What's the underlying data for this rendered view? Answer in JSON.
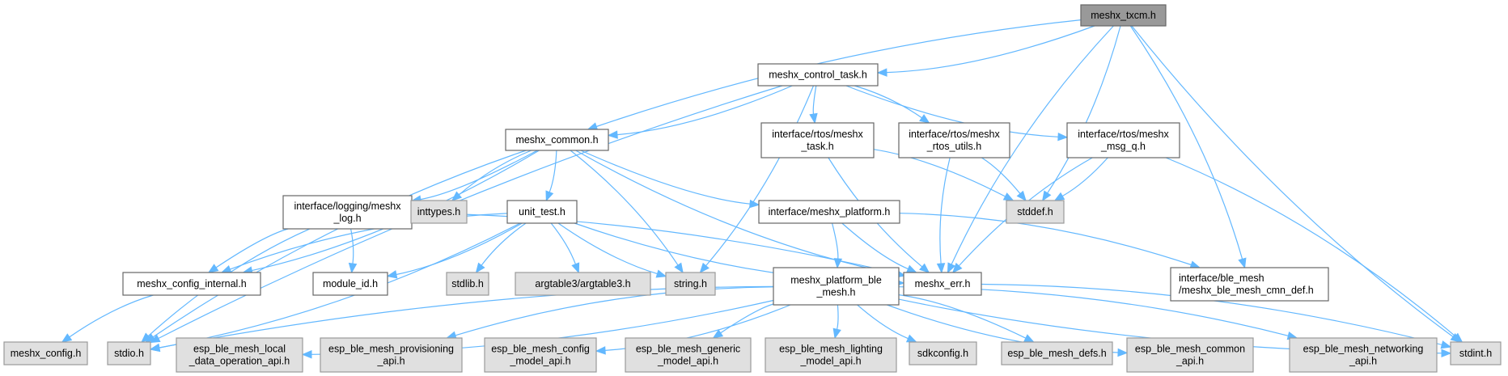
{
  "graph": {
    "title": "meshx_txcm.h include dependency graph",
    "colors": {
      "root_fill": "#999999",
      "root_stroke": "#666666",
      "local_fill": "#ffffff",
      "local_stroke": "#666666",
      "system_fill": "#e0e0e0",
      "system_stroke": "#999999",
      "edge": "#63b8ff"
    },
    "nodes": [
      {
        "id": "txcm",
        "lines": [
          "meshx_txcm.h"
        ],
        "kind": "root"
      },
      {
        "id": "control_task",
        "lines": [
          "meshx_control_task.h"
        ],
        "kind": "local"
      },
      {
        "id": "common",
        "lines": [
          "meshx_common.h"
        ],
        "kind": "local"
      },
      {
        "id": "rtos_task",
        "lines": [
          "interface/rtos/meshx",
          "_task.h"
        ],
        "kind": "local"
      },
      {
        "id": "rtos_utils",
        "lines": [
          "interface/rtos/meshx",
          "_rtos_utils.h"
        ],
        "kind": "local"
      },
      {
        "id": "msg_q",
        "lines": [
          "interface/rtos/meshx",
          "_msg_q.h"
        ],
        "kind": "local"
      },
      {
        "id": "log",
        "lines": [
          "interface/logging/meshx",
          "_log.h"
        ],
        "kind": "local"
      },
      {
        "id": "inttypes",
        "lines": [
          "inttypes.h"
        ],
        "kind": "system"
      },
      {
        "id": "unit_test",
        "lines": [
          "unit_test.h"
        ],
        "kind": "local"
      },
      {
        "id": "platform",
        "lines": [
          "interface/meshx_platform.h"
        ],
        "kind": "local"
      },
      {
        "id": "stddef",
        "lines": [
          "stddef.h"
        ],
        "kind": "system"
      },
      {
        "id": "config_internal",
        "lines": [
          "meshx_config_internal.h"
        ],
        "kind": "local"
      },
      {
        "id": "module_id",
        "lines": [
          "module_id.h"
        ],
        "kind": "local"
      },
      {
        "id": "stdlib",
        "lines": [
          "stdlib.h"
        ],
        "kind": "system"
      },
      {
        "id": "argtable3",
        "lines": [
          "argtable3/argtable3.h"
        ],
        "kind": "system"
      },
      {
        "id": "string",
        "lines": [
          "string.h"
        ],
        "kind": "system"
      },
      {
        "id": "platform_ble",
        "lines": [
          "meshx_platform_ble",
          "_mesh.h"
        ],
        "kind": "local"
      },
      {
        "id": "err",
        "lines": [
          "meshx_err.h"
        ],
        "kind": "local"
      },
      {
        "id": "cmn_def",
        "lines": [
          "interface/ble_mesh",
          "/meshx_ble_mesh_cmn_def.h"
        ],
        "kind": "local"
      },
      {
        "id": "config",
        "lines": [
          "meshx_config.h"
        ],
        "kind": "system"
      },
      {
        "id": "stdio",
        "lines": [
          "stdio.h"
        ],
        "kind": "system"
      },
      {
        "id": "local_data",
        "lines": [
          "esp_ble_mesh_local",
          "_data_operation_api.h"
        ],
        "kind": "system"
      },
      {
        "id": "provisioning",
        "lines": [
          "esp_ble_mesh_provisioning",
          "_api.h"
        ],
        "kind": "system"
      },
      {
        "id": "config_model",
        "lines": [
          "esp_ble_mesh_config",
          "_model_api.h"
        ],
        "kind": "system"
      },
      {
        "id": "generic_model",
        "lines": [
          "esp_ble_mesh_generic",
          "_model_api.h"
        ],
        "kind": "system"
      },
      {
        "id": "lighting_model",
        "lines": [
          "esp_ble_mesh_lighting",
          "_model_api.h"
        ],
        "kind": "system"
      },
      {
        "id": "sdkconfig",
        "lines": [
          "sdkconfig.h"
        ],
        "kind": "system"
      },
      {
        "id": "defs",
        "lines": [
          "esp_ble_mesh_defs.h"
        ],
        "kind": "system"
      },
      {
        "id": "common_api",
        "lines": [
          "esp_ble_mesh_common",
          "_api.h"
        ],
        "kind": "system"
      },
      {
        "id": "networking",
        "lines": [
          "esp_ble_mesh_networking",
          "_api.h"
        ],
        "kind": "system"
      },
      {
        "id": "stdint",
        "lines": [
          "stdint.h"
        ],
        "kind": "system"
      }
    ],
    "edges": [
      [
        "txcm",
        "control_task"
      ],
      [
        "txcm",
        "common"
      ],
      [
        "txcm",
        "stddef"
      ],
      [
        "txcm",
        "err"
      ],
      [
        "txcm",
        "cmn_def"
      ],
      [
        "txcm",
        "stdint"
      ],
      [
        "control_task",
        "common"
      ],
      [
        "control_task",
        "rtos_task"
      ],
      [
        "control_task",
        "rtos_utils"
      ],
      [
        "control_task",
        "msg_q"
      ],
      [
        "control_task",
        "string"
      ],
      [
        "control_task",
        "stdio"
      ],
      [
        "common",
        "log"
      ],
      [
        "common",
        "inttypes"
      ],
      [
        "common",
        "unit_test"
      ],
      [
        "common",
        "platform"
      ],
      [
        "common",
        "config_internal"
      ],
      [
        "common",
        "stdio"
      ],
      [
        "common",
        "string"
      ],
      [
        "common",
        "err"
      ],
      [
        "rtos_task",
        "stddef"
      ],
      [
        "rtos_task",
        "err"
      ],
      [
        "rtos_utils",
        "stddef"
      ],
      [
        "rtos_utils",
        "err"
      ],
      [
        "msg_q",
        "stddef"
      ],
      [
        "msg_q",
        "err"
      ],
      [
        "msg_q",
        "stdint"
      ],
      [
        "log",
        "config_internal"
      ],
      [
        "log",
        "module_id"
      ],
      [
        "log",
        "stdio"
      ],
      [
        "log",
        "err"
      ],
      [
        "unit_test",
        "config_internal"
      ],
      [
        "unit_test",
        "module_id"
      ],
      [
        "unit_test",
        "stdlib"
      ],
      [
        "unit_test",
        "argtable3"
      ],
      [
        "unit_test",
        "string"
      ],
      [
        "unit_test",
        "stdio"
      ],
      [
        "unit_test",
        "err"
      ],
      [
        "platform",
        "platform_ble"
      ],
      [
        "platform",
        "err"
      ],
      [
        "platform",
        "cmn_def"
      ],
      [
        "config_internal",
        "config"
      ],
      [
        "err",
        "stdint"
      ],
      [
        "platform_ble",
        "stdio"
      ],
      [
        "platform_ble",
        "local_data"
      ],
      [
        "platform_ble",
        "provisioning"
      ],
      [
        "platform_ble",
        "config_model"
      ],
      [
        "platform_ble",
        "generic_model"
      ],
      [
        "platform_ble",
        "lighting_model"
      ],
      [
        "platform_ble",
        "sdkconfig"
      ],
      [
        "platform_ble",
        "defs"
      ],
      [
        "platform_ble",
        "common_api"
      ],
      [
        "platform_ble",
        "networking"
      ],
      [
        "platform_ble",
        "stdint"
      ]
    ]
  }
}
